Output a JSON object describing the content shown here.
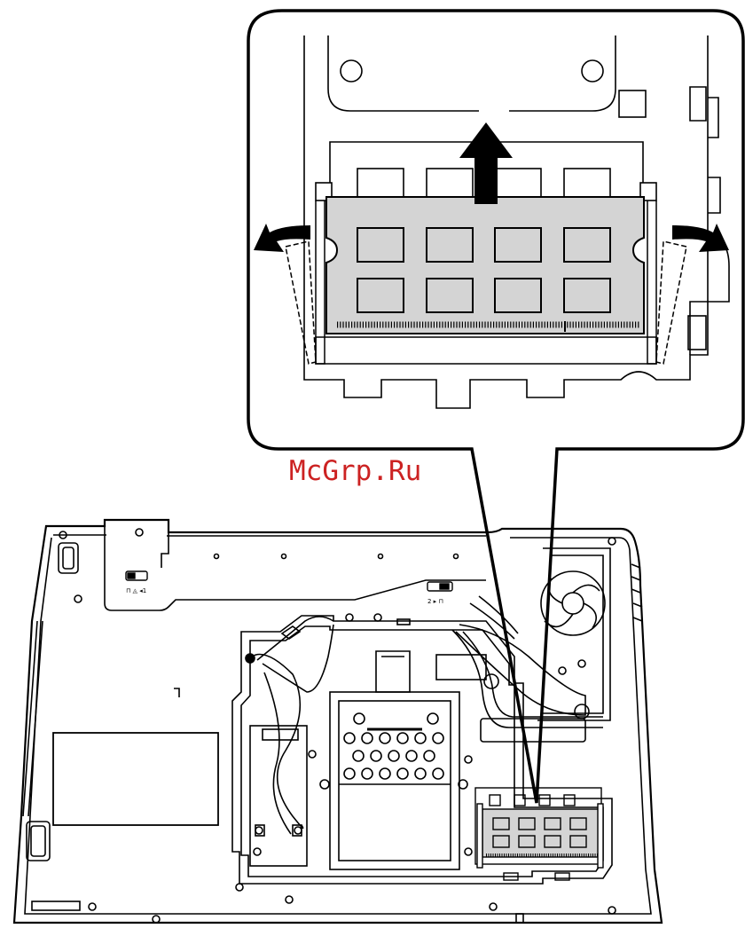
{
  "watermark": {
    "text": "McGrp.Ru",
    "color": "#cc2222"
  },
  "colors": {
    "line": "#000000",
    "module_fill": "#d4d4d4",
    "background": "#ffffff"
  },
  "switch_labels": {
    "left": "⊓ ◬ ◂1",
    "right": "2 ▸ ⊓"
  },
  "callout": {
    "subject": "memory module",
    "action_arrows": [
      "release-latch-left",
      "lift-module-up",
      "release-latch-right"
    ]
  }
}
